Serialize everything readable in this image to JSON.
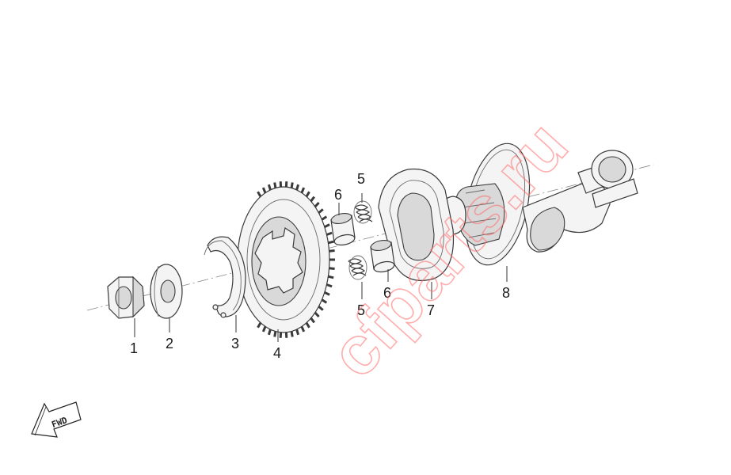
{
  "labels": {
    "p1": "1",
    "p2": "2",
    "p3": "3",
    "p4": "4",
    "p5_upper": "5",
    "p5_lower": "5",
    "p6_upper": "6",
    "p6_lower": "6",
    "p7": "7",
    "p8": "8"
  },
  "fwd_badge": "FWD",
  "watermark": "cfparts.ru",
  "colors": {
    "watermark": "#ff6b6b",
    "line": "#3a3a3a"
  }
}
